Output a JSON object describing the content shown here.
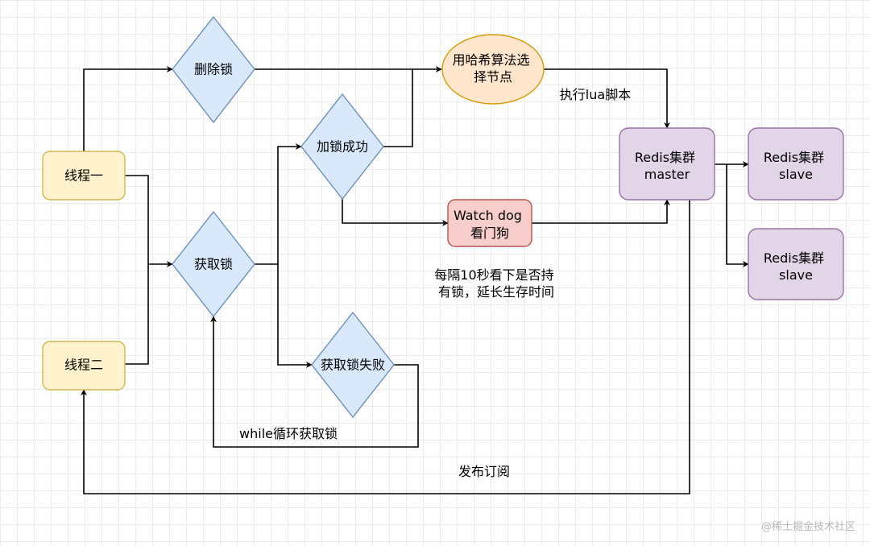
{
  "colors": {
    "thread_fill": "#fff2cc",
    "thread_stroke": "#d6b656",
    "decision_fill": "#dae8fc",
    "decision_stroke": "#6c8ebf",
    "hash_fill": "#ffe6cc",
    "hash_stroke": "#d79b00",
    "watchdog_fill": "#f8cecc",
    "watchdog_stroke": "#b85450",
    "redis_fill": "#e1d5e7",
    "redis_stroke": "#9673a6"
  },
  "nodes": {
    "thread_one": "线程一",
    "thread_two": "线程二",
    "delete_lock": "删除锁",
    "acquire_lock": "获取锁",
    "lock_success": "加锁成功",
    "acquire_fail": "获取锁失败",
    "hash_select": [
      "用哈希算法选",
      "择节点"
    ],
    "watch_dog": [
      "Watch dog",
      "看门狗"
    ],
    "redis_master": [
      "Redis集群",
      "master"
    ],
    "redis_slave_1": [
      "Redis集群",
      "slave"
    ],
    "redis_slave_2": [
      "Redis集群",
      "slave"
    ]
  },
  "labels": {
    "run_lua": "执行lua脚本",
    "watchdog_note": [
      "每隔10秒看下是否持",
      "有锁，延长生存时间"
    ],
    "while_loop": "while循环获取锁",
    "pub_sub": "发布订阅"
  },
  "watermark": "@稀土掘金技术社区"
}
